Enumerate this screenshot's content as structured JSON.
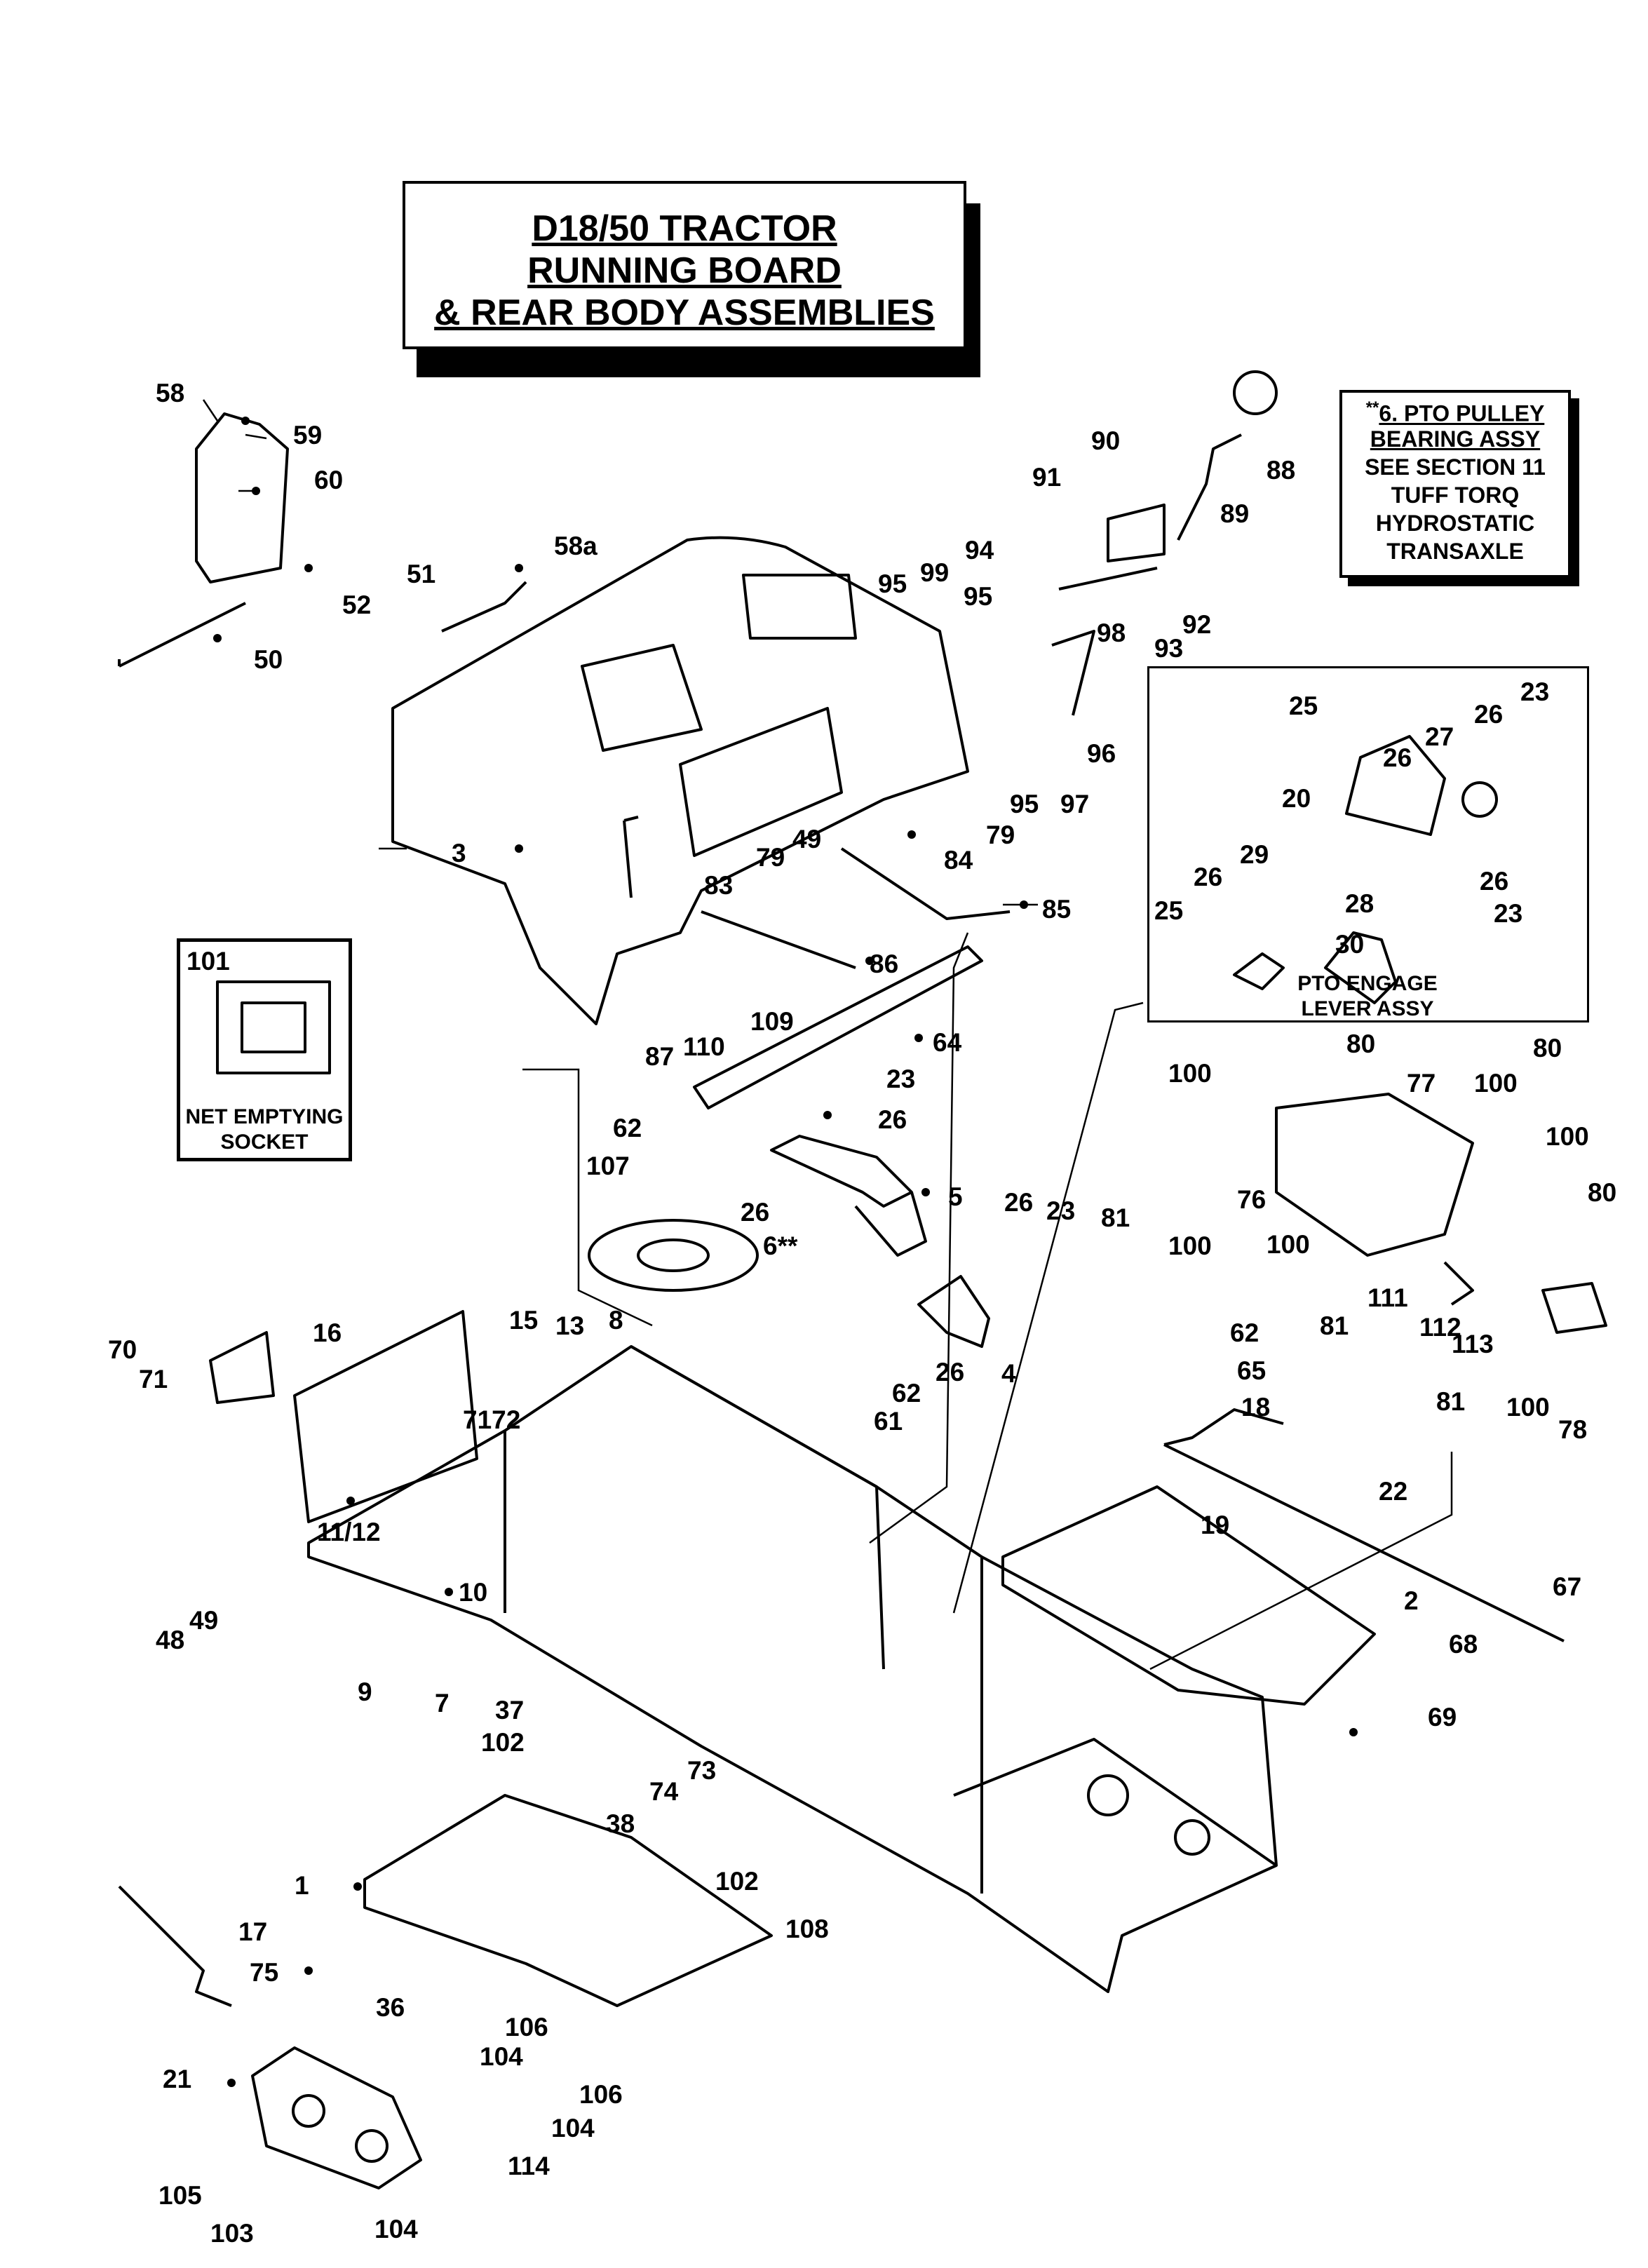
{
  "title": {
    "line1": "D18/50 TRACTOR",
    "line2": "RUNNING BOARD",
    "line3": "& REAR BODY ASSEMBLIES"
  },
  "note": {
    "prefix": "**",
    "line1": "6. PTO PULLEY",
    "line2": "BEARING ASSY",
    "line3": "SEE SECTION 11",
    "line4": "TUFF TORQ",
    "line5": "HYDROSTATIC",
    "line6": "TRANSAXLE"
  },
  "insets": {
    "pto_lever_line1": "PTO ENGAGE",
    "pto_lever_line2": "LEVER ASSY",
    "socket_line1": "NET EMPTYING",
    "socket_line2": "SOCKET"
  },
  "callouts": {
    "c58": "58",
    "c59": "59",
    "c60": "60",
    "c51": "51",
    "c52": "52",
    "c50": "50",
    "c58a": "58a",
    "c3": "3",
    "c90": "90",
    "c91": "91",
    "c88": "88",
    "c89": "89",
    "c94": "94",
    "c95a": "95",
    "c99": "99",
    "c95b": "95",
    "c92": "92",
    "c98": "98",
    "c93": "93",
    "c96": "96",
    "c95c": "95",
    "c97": "97",
    "c79a": "79",
    "c49a": "49",
    "c83": "83",
    "c79b": "79",
    "c84": "84",
    "c85": "85",
    "c86": "86",
    "c87": "87",
    "c110": "110",
    "c109": "109",
    "c64": "64",
    "c23a": "23",
    "c26a": "26",
    "c62a": "62",
    "c107": "107",
    "c26b": "26",
    "c5": "5",
    "c6": "6**",
    "c26c": "26",
    "c23b": "23",
    "c4": "4",
    "c26d": "26",
    "c62b": "62",
    "c25a": "25",
    "c26e": "26",
    "c27": "27",
    "c26f": "26",
    "c23c": "23",
    "c20": "20",
    "c29": "29",
    "c26g": "26",
    "c25b": "25",
    "c28": "28",
    "c26h": "26",
    "c23d": "23",
    "c30": "30",
    "c101": "101",
    "c100a": "100",
    "c80a": "80",
    "c77": "77",
    "c100b": "100",
    "c80b": "80",
    "c81a": "81",
    "c76": "76",
    "c100c": "100",
    "c100d": "100",
    "c100e": "100",
    "c80c": "80",
    "c81b": "81",
    "c111": "111",
    "c112": "112",
    "c113": "113",
    "c81c": "81",
    "c100f": "100",
    "c78": "78",
    "c62c": "62",
    "c65": "65",
    "c18": "18",
    "c19": "19",
    "c22": "22",
    "c70": "70",
    "c71a": "71",
    "c16": "16",
    "c15": "15",
    "c13": "13",
    "c8": "8",
    "c7172": "7172",
    "c61": "61",
    "c1112": "11/12",
    "c10": "10",
    "c48": "48",
    "c49b": "49",
    "c9": "9",
    "c7": "7",
    "c2": "2",
    "c67": "67",
    "c68": "68",
    "c69": "69",
    "c37": "37",
    "c102a": "102",
    "c73": "73",
    "c74": "74",
    "c38": "38",
    "c102b": "102",
    "c1": "1",
    "c108": "108",
    "c17": "17",
    "c75": "75",
    "c36": "36",
    "c106a": "106",
    "c104a": "104",
    "c21": "21",
    "c106b": "106",
    "c104b": "104",
    "c114": "114",
    "c105": "105",
    "c103": "103",
    "c104c": "104"
  }
}
